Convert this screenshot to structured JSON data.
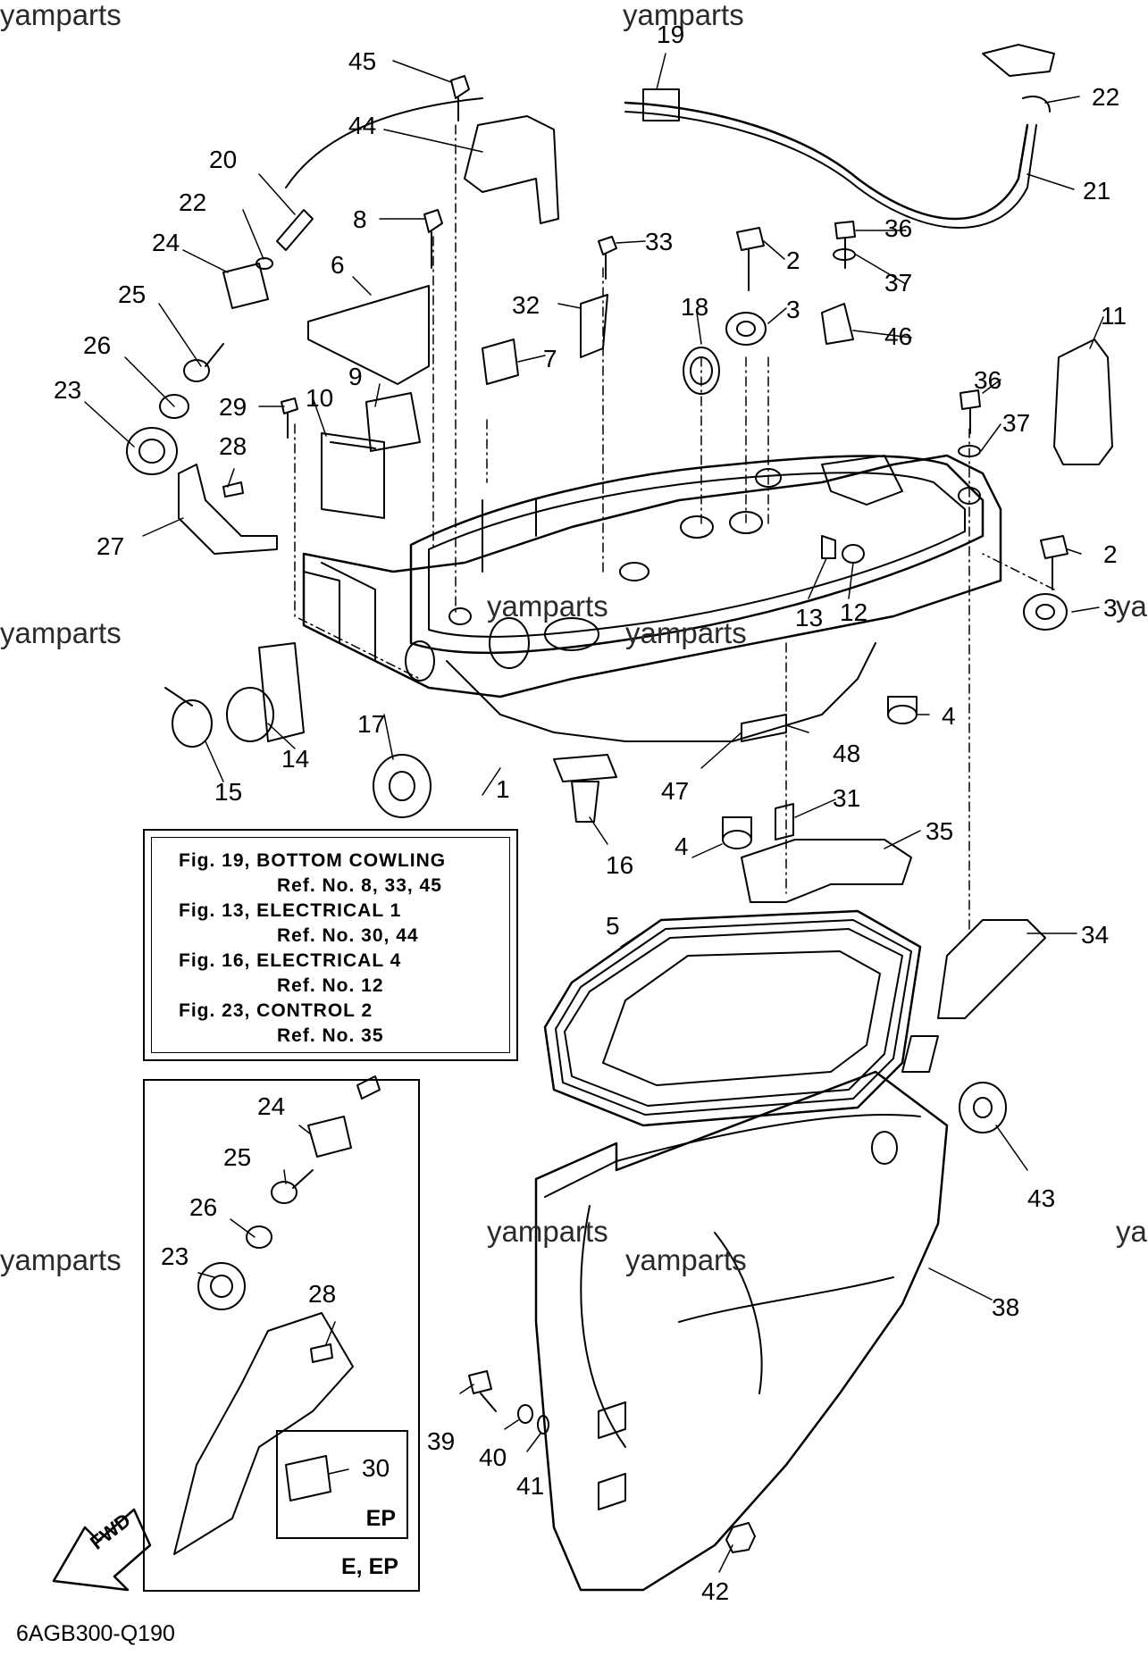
{
  "watermarks": [
    {
      "text": "yamparts"
    },
    {
      "text": "yamparts"
    },
    {
      "text": "yamparts"
    },
    {
      "text": "yamparts"
    },
    {
      "text": "ya"
    },
    {
      "text": "yamparts"
    },
    {
      "text": "yamparts"
    },
    {
      "text": "yamparts"
    },
    {
      "text": "ya"
    },
    {
      "text": "yamparts"
    }
  ],
  "callouts": [
    "45",
    "44",
    "20",
    "22",
    "24",
    "25",
    "26",
    "23",
    "27",
    "8",
    "6",
    "9",
    "29",
    "10",
    "28",
    "19",
    "33",
    "32",
    "7",
    "2",
    "18",
    "3",
    "36",
    "37",
    "46",
    "11",
    "22",
    "21",
    "36",
    "37",
    "2",
    "3",
    "13",
    "12",
    "4",
    "17",
    "14",
    "15",
    "1",
    "16",
    "48",
    "47",
    "31",
    "4",
    "35",
    "5",
    "34",
    "24",
    "25",
    "26",
    "23",
    "28",
    "30",
    "43",
    "38",
    "39",
    "40",
    "41",
    "42"
  ],
  "reference_box": {
    "lines": [
      "Fig. 19, BOTTOM COWLING",
      "Ref. No. 8, 33, 45",
      "Fig. 13, ELECTRICAL 1",
      "Ref. No. 30, 44",
      "Fig. 16, ELECTRICAL 4",
      "Ref. No. 12",
      "Fig. 23, CONTROL 2",
      "Ref. No. 35"
    ]
  },
  "inset": {
    "ep_label": "EP",
    "variant_label": "E, EP"
  },
  "fwd_label": "FWD",
  "diagram_code": "6AGB300-Q190",
  "colors": {
    "line": "#000000",
    "background": "#ffffff",
    "watermark": "#2a2a2a"
  }
}
